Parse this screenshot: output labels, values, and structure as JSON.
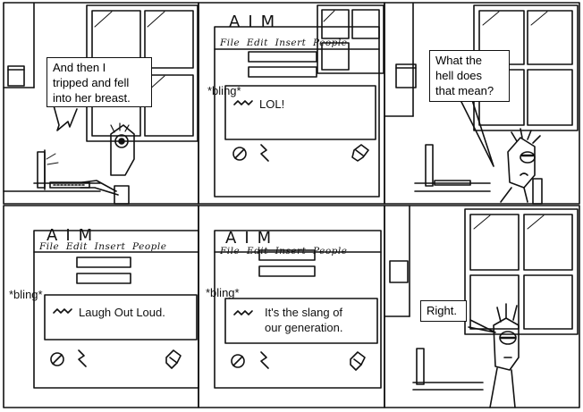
{
  "panel1": {
    "speech": [
      "And then I",
      "tripped and fell",
      "into her breast."
    ]
  },
  "panel2": {
    "aim_title": "AIM",
    "menu": [
      "File",
      "Edit",
      "Insert",
      "People"
    ],
    "sound": "*bling*",
    "message": "LOL!"
  },
  "panel3": {
    "speech": [
      "What the",
      "hell does",
      "that mean?"
    ]
  },
  "panel4": {
    "aim_title": "AIM",
    "menu": [
      "File",
      "Edit",
      "Insert",
      "People"
    ],
    "sound": "*bling*",
    "message": "Laugh Out Loud."
  },
  "panel5": {
    "aim_title": "AIM",
    "menu": [
      "File",
      "Edit",
      "Insert",
      "People"
    ],
    "sound": "*bling*",
    "message": [
      "It's the slang of",
      "our generation."
    ]
  },
  "panel6": {
    "speech": "Right."
  },
  "colors": {
    "ink": "#111111",
    "paper": "#ffffff"
  }
}
